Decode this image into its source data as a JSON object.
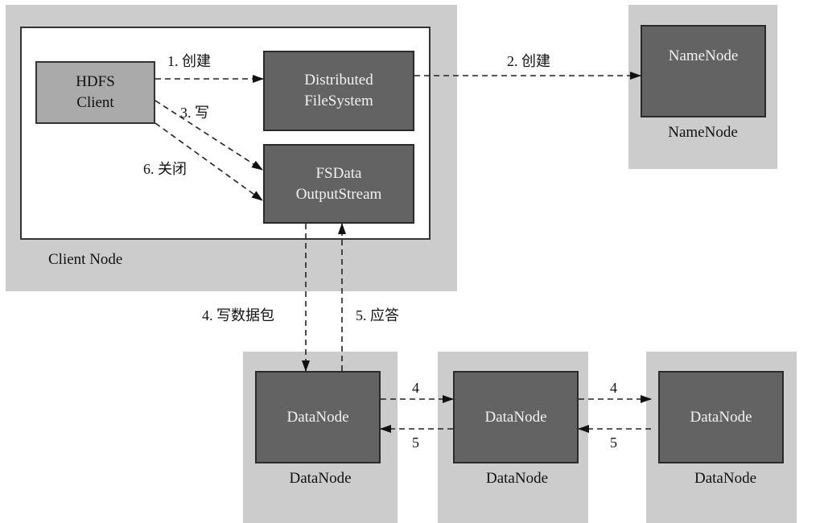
{
  "diagram": {
    "zones": {
      "client_node": "Client Node",
      "name_node": "NameNode",
      "data_nodes": [
        "DataNode",
        "DataNode",
        "DataNode"
      ]
    },
    "boxes": {
      "hdfs_client": [
        "HDFS",
        "Client"
      ],
      "distributed_fs": [
        "Distributed",
        "FileSystem"
      ],
      "fsdata_stream": [
        "FSData",
        "OutputStream"
      ],
      "name_node": "NameNode",
      "data_nodes": [
        "DataNode",
        "DataNode",
        "DataNode"
      ]
    },
    "edges": [
      {
        "from": "HDFS Client",
        "to": "DistributedFileSystem",
        "label": "1. 创建"
      },
      {
        "from": "DistributedFileSystem",
        "to": "NameNode",
        "label": "2. 创建"
      },
      {
        "from": "HDFS Client",
        "to": "FSDataOutputStream",
        "label": "3. 写"
      },
      {
        "from": "FSDataOutputStream",
        "to": "DataNode 1",
        "label": "4. 写数据包"
      },
      {
        "from": "DataNode 1",
        "to": "FSDataOutputStream",
        "label": "5. 应答"
      },
      {
        "from": "HDFS Client",
        "to": "FSDataOutputStream",
        "label": "6. 关闭"
      },
      {
        "from": "DataNode 1",
        "to": "DataNode 2",
        "label": "4"
      },
      {
        "from": "DataNode 2",
        "to": "DataNode 1",
        "label": "5"
      },
      {
        "from": "DataNode 2",
        "to": "DataNode 3",
        "label": "4"
      },
      {
        "from": "DataNode 3",
        "to": "DataNode 2",
        "label": "5"
      }
    ]
  }
}
